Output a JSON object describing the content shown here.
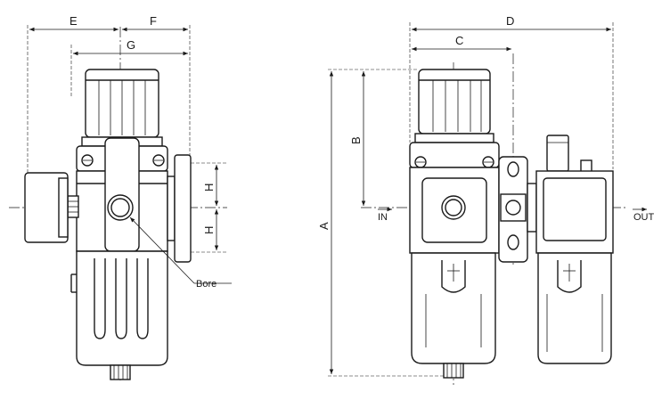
{
  "figure": {
    "left_view": {
      "dim_labels": {
        "e": "E",
        "f": "F",
        "g": "G",
        "h_upper": "H",
        "h_lower": "H"
      },
      "callout": "Bore"
    },
    "right_view": {
      "dim_labels": {
        "a": "A",
        "b": "B",
        "c": "C",
        "d": "D"
      },
      "port_in": "IN",
      "port_out": "OUT"
    }
  },
  "colors": {
    "ink": "#1a1a1a",
    "paper": "#ffffff"
  }
}
